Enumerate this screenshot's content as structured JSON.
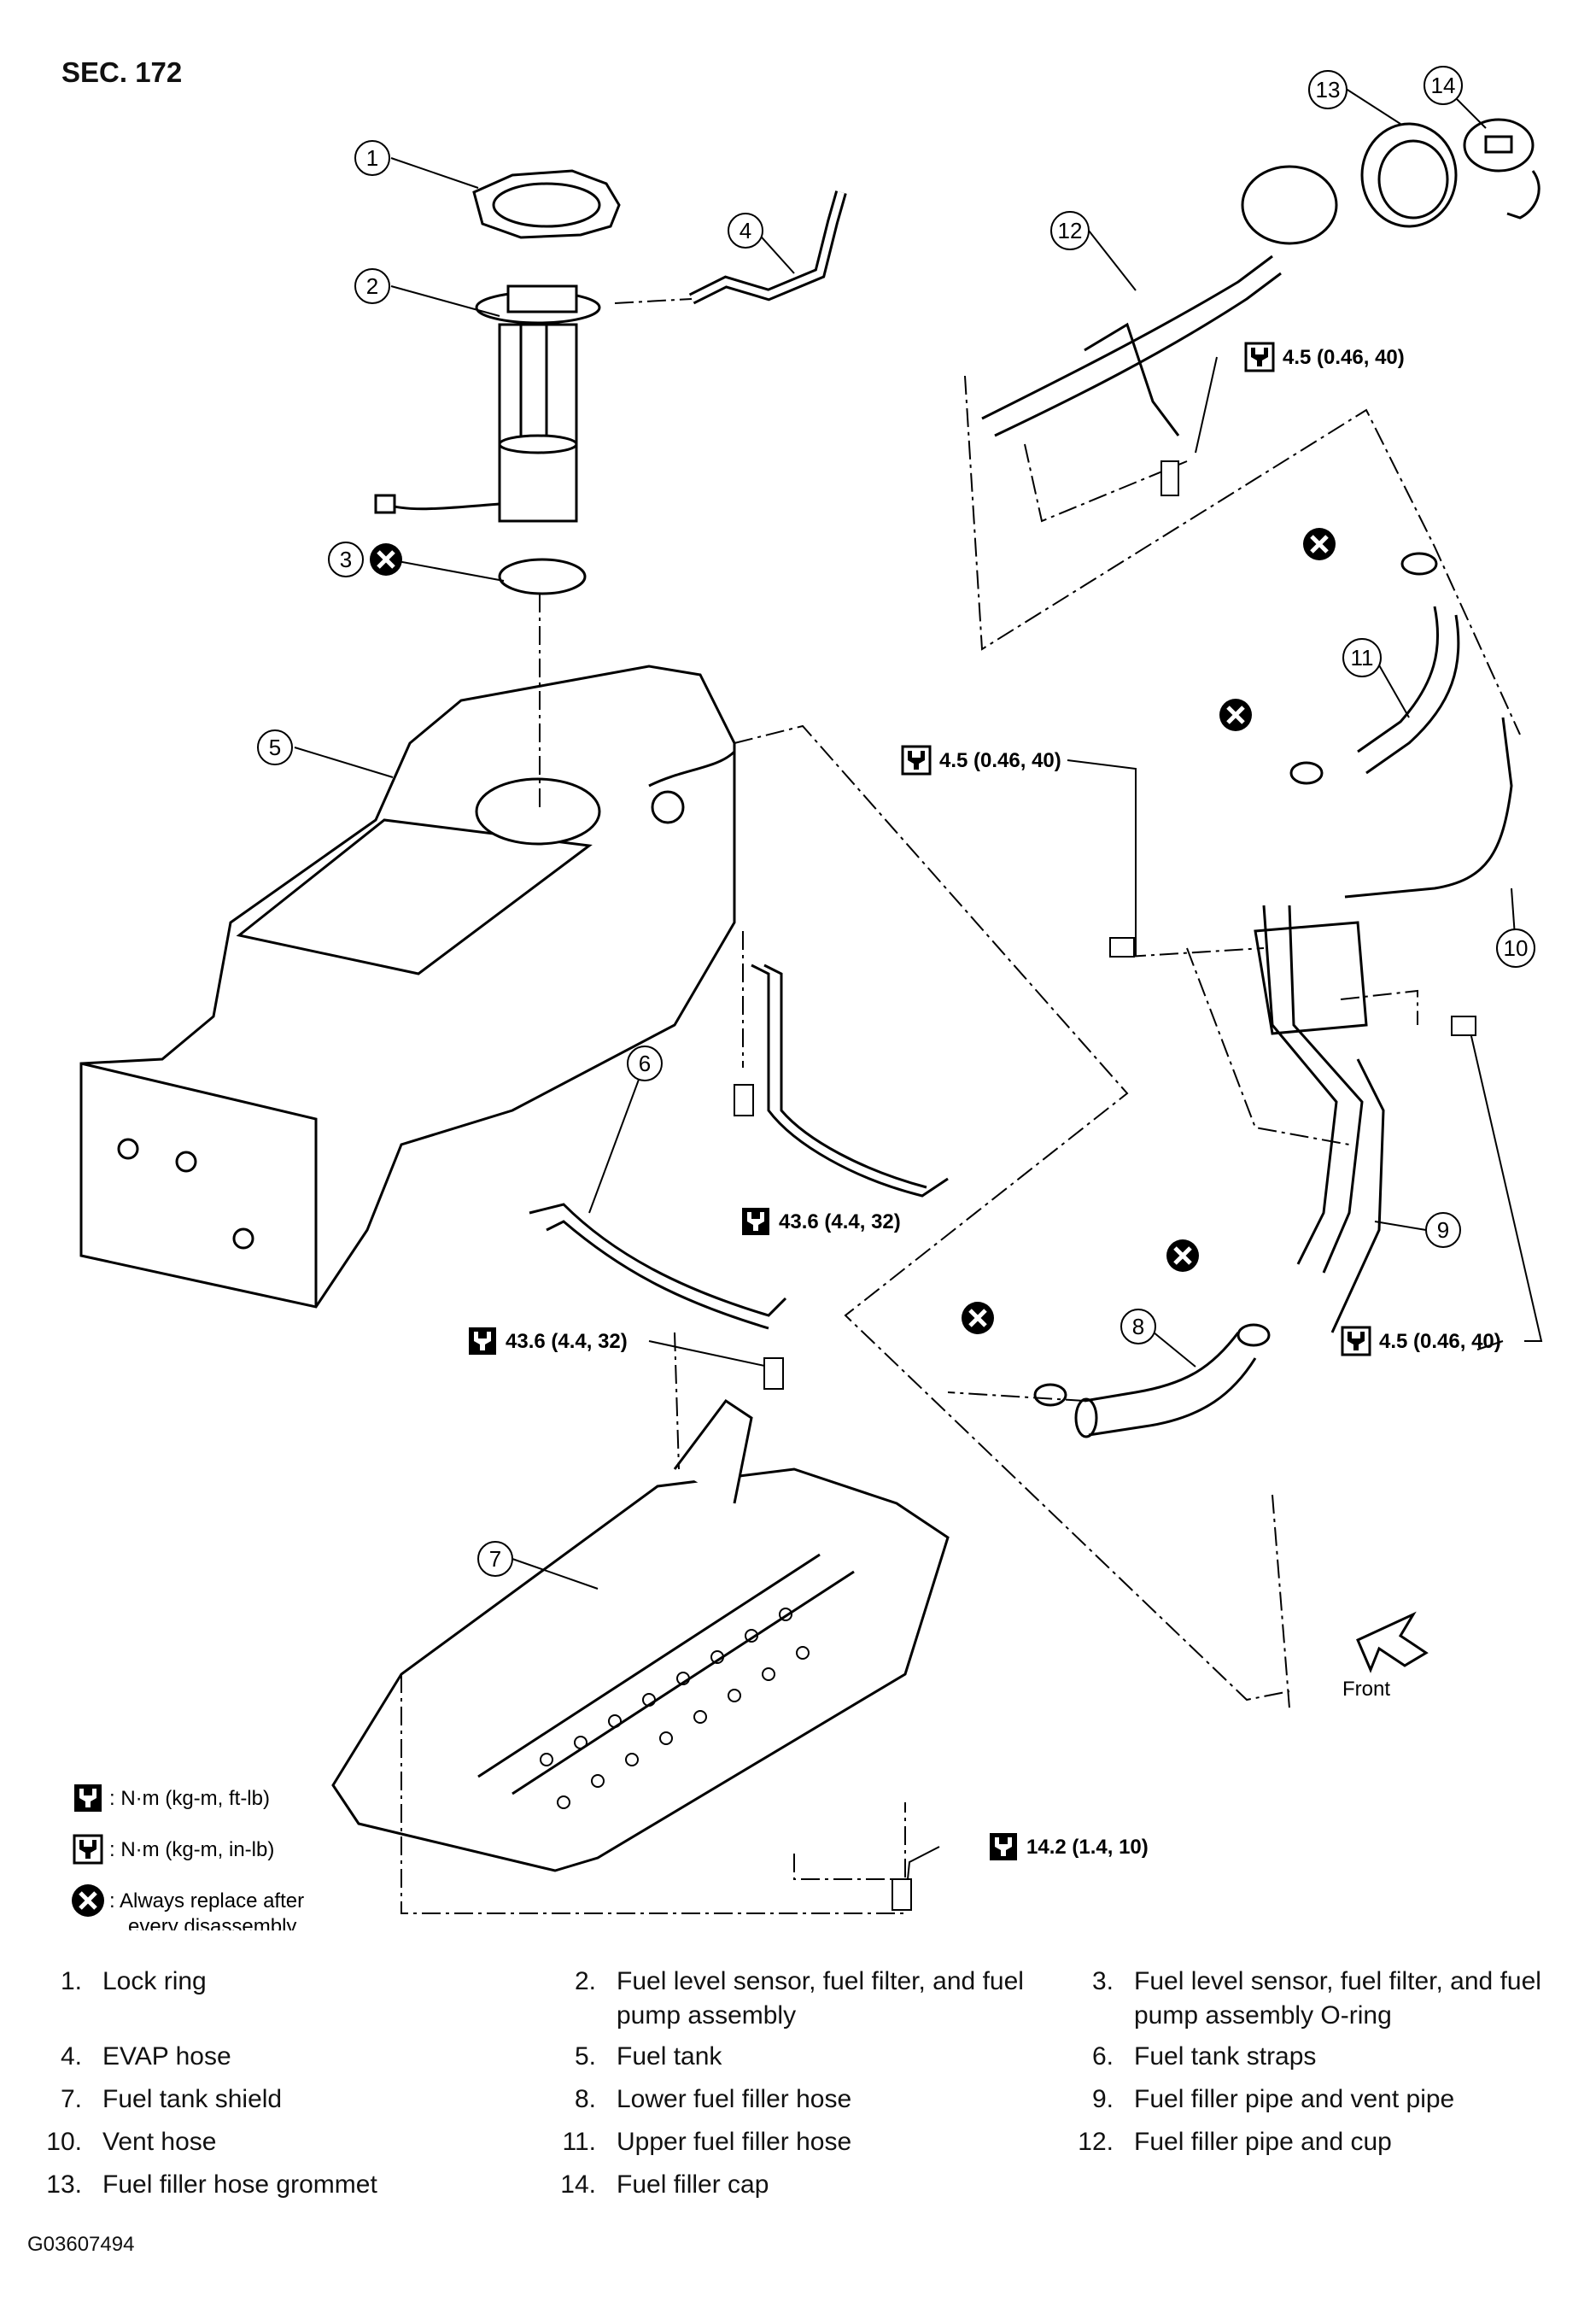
{
  "header": {
    "section": "SEC. 172"
  },
  "callouts": [
    "1",
    "2",
    "3",
    "4",
    "5",
    "6",
    "7",
    "8",
    "9",
    "10",
    "11",
    "12",
    "13",
    "14"
  ],
  "torque": {
    "filler_bolt": "4.5 (0.46, 40)",
    "bracket_bolt_left": "4.5 (0.46, 40)",
    "bracket_bolt_right": "4.5 (0.46, 40)",
    "strap_bolt_upper": "43.6 (4.4, 32)",
    "strap_bolt_lower": "43.6 (4.4, 32)",
    "shield_bolt": "14.2 (1.4, 10)"
  },
  "symbol_legend": {
    "nm_ftlb": ": N·m (kg-m, ft-lb)",
    "nm_inlb": ": N·m (kg-m, in-lb)",
    "replace_line1": ": Always replace after",
    "replace_line2": "every disassembly"
  },
  "direction": "Front",
  "parts": [
    {
      "num": "1.",
      "name": [
        "Lock ring"
      ]
    },
    {
      "num": "2.",
      "name": [
        "Fuel level sensor, fuel filter, and fuel",
        "pump assembly"
      ]
    },
    {
      "num": "3.",
      "name": [
        "Fuel level sensor, fuel filter, and fuel",
        "pump assembly O-ring"
      ]
    },
    {
      "num": "4.",
      "name": [
        "EVAP hose"
      ]
    },
    {
      "num": "5.",
      "name": [
        "Fuel tank"
      ]
    },
    {
      "num": "6.",
      "name": [
        "Fuel tank straps"
      ]
    },
    {
      "num": "7.",
      "name": [
        "Fuel tank shield"
      ]
    },
    {
      "num": "8.",
      "name": [
        "Lower fuel filler hose"
      ]
    },
    {
      "num": "9.",
      "name": [
        "Fuel filler pipe and vent pipe"
      ]
    },
    {
      "num": "10.",
      "name": [
        "Vent hose"
      ]
    },
    {
      "num": "11.",
      "name": [
        "Upper fuel filler hose"
      ]
    },
    {
      "num": "12.",
      "name": [
        "Fuel filler pipe and cup"
      ]
    },
    {
      "num": "13.",
      "name": [
        "Fuel filler hose grommet"
      ]
    },
    {
      "num": "14.",
      "name": [
        "Fuel filler cap"
      ]
    }
  ],
  "figure_code": "G03607494"
}
